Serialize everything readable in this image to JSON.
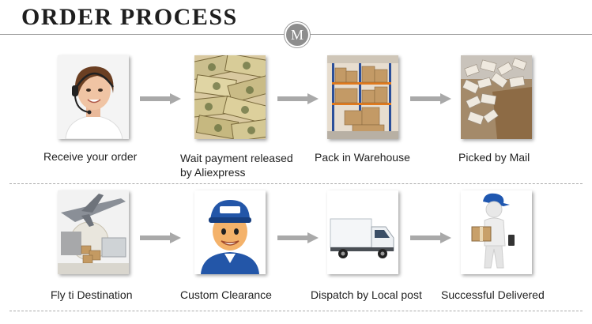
{
  "header": {
    "title": "ORDER PROCESS",
    "logo_letter": "M"
  },
  "steps": [
    {
      "label": "Receive your order",
      "icon": "customer-service-operator-icon"
    },
    {
      "label": "Wait payment released",
      "label2": "by Aliexpress",
      "icon": "money-stack-icon"
    },
    {
      "label": "Pack in Warehouse",
      "icon": "warehouse-shelves-icon"
    },
    {
      "label": "Picked by Mail",
      "icon": "mail-parcels-icon"
    },
    {
      "label": "Fly ti Destination",
      "icon": "cargo-airplane-icon"
    },
    {
      "label": "Custom Clearance",
      "icon": "customs-officer-icon"
    },
    {
      "label": "Dispatch by Local post",
      "icon": "delivery-truck-icon"
    },
    {
      "label": "Successful Delivered",
      "icon": "courier-with-package-icon"
    }
  ],
  "colors": {
    "arrow": "#a9a9a9",
    "divider": "#aaaaaa",
    "title": "#1e1e1e"
  }
}
